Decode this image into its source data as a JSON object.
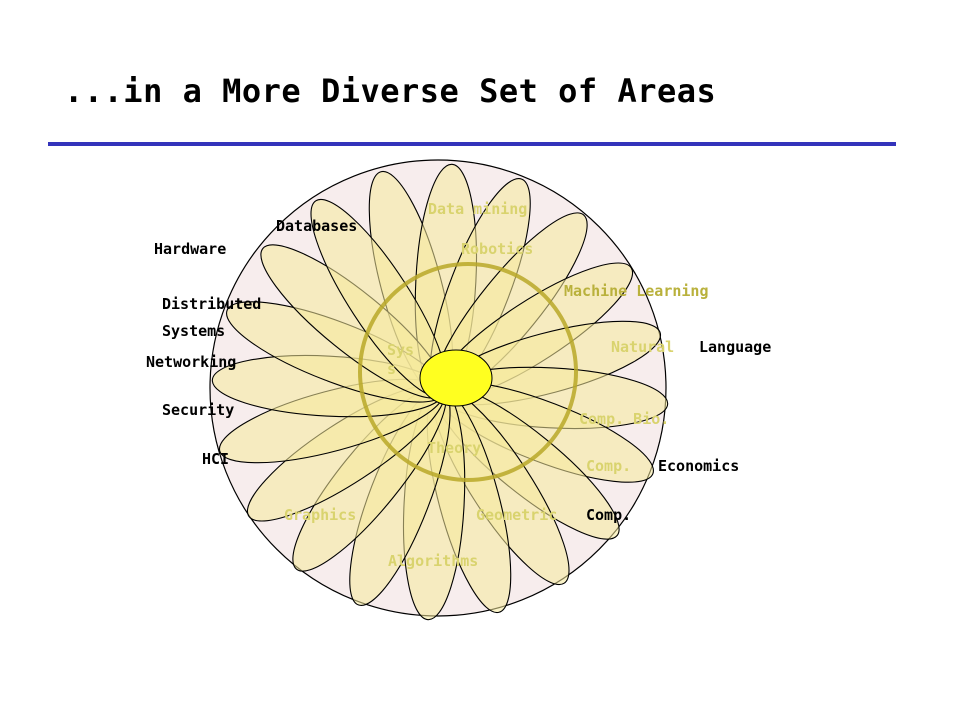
{
  "slide": {
    "title": "...in a More Diverse Set of Areas"
  },
  "diagram": {
    "colors": {
      "outer_fill": "#f7eded",
      "petal_fill": "#f6e99a",
      "petal_fill_center": "#ffff20",
      "inner_ring": "#b8a828",
      "rule": "#3333bb",
      "faded_label": "#d9d36e"
    },
    "areas": {
      "data_mining": "Data mining",
      "databases": "Databases",
      "robotics": "Robotics",
      "hardware": "Hardware",
      "machine_learning": "Machine Learning",
      "distributed": "Distributed",
      "systems_line2": "Systems",
      "natural": "Natural",
      "language": "Language",
      "networking": "Networking",
      "security": "Security",
      "comp_bio": "Comp. Bio.",
      "hci": "HCI",
      "comp": "Comp.",
      "economics": "Economics",
      "graphics": "Graphics",
      "geometric": "Geometric",
      "geometric_comp": "Comp.",
      "algorithms": "Algorithms"
    },
    "core": {
      "systems_part1": "Sys",
      "systems_part2": "s",
      "theory": "Theory"
    }
  }
}
